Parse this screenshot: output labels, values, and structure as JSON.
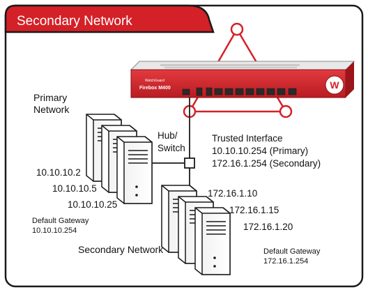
{
  "title": "Secondary Network",
  "primary_network": {
    "label_line1": "Primary",
    "label_line2": "Network",
    "ips": [
      "10.10.10.2",
      "10.10.10.5",
      "10.10.10.25"
    ],
    "gateway_label": "Default Gateway",
    "gateway_ip": "10.10.10.254"
  },
  "hub": {
    "line1": "Hub/",
    "line2": "Switch"
  },
  "trusted_interface": {
    "title": "Trusted Interface",
    "primary": "10.10.10.254 (Primary)",
    "secondary": "172.16.1.254 (Secondary)"
  },
  "secondary_network": {
    "label": "Secondary Network",
    "ips": [
      "172.16.1.10",
      "172.16.1.15",
      "172.16.1.20"
    ],
    "gateway_label": "Default Gateway",
    "gateway_ip": "172.16.1.254"
  },
  "device": {
    "model_text": "Firebox M400",
    "logo_text": "WatchGuard"
  },
  "colors": {
    "accent_red": "#d42027",
    "device_red": "#d8232a",
    "frame": "#1a1a1a"
  }
}
